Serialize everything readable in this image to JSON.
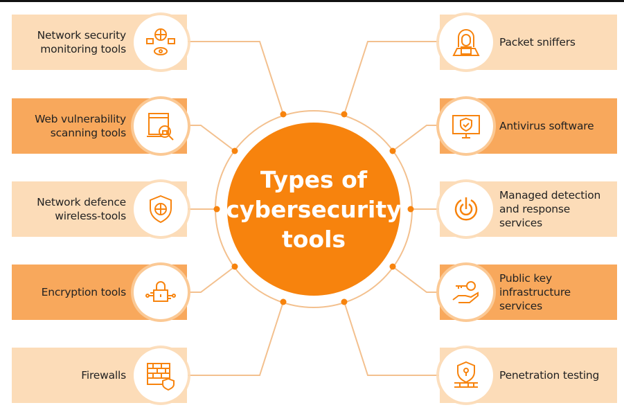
{
  "title": "Types of\ncybersecurity\ntools",
  "colors": {
    "accent": "#f7830d",
    "light": "#fcdcb8",
    "dark": "#f8a85c",
    "line": "#f3c08e"
  },
  "left_items": [
    {
      "label": "Network security\nmonitoring tools",
      "icon": "network-monitoring-icon"
    },
    {
      "label": "Web vulnerability\nscanning tools",
      "icon": "web-scan-icon"
    },
    {
      "label": "Network defence\nwireless-tools",
      "icon": "shield-globe-icon"
    },
    {
      "label": "Encryption tools",
      "icon": "lock-circuit-icon"
    },
    {
      "label": "Firewalls",
      "icon": "firewall-icon"
    }
  ],
  "right_items": [
    {
      "label": "Packet sniffers",
      "icon": "hacker-icon"
    },
    {
      "label": "Antivirus software",
      "icon": "monitor-shield-icon"
    },
    {
      "label": "Managed detection\nand response\nservices",
      "icon": "radar-icon"
    },
    {
      "label": "Public key\ninfrastructure\nservices",
      "icon": "key-hand-icon"
    },
    {
      "label": "Penetration testing",
      "icon": "pentest-icon"
    }
  ]
}
